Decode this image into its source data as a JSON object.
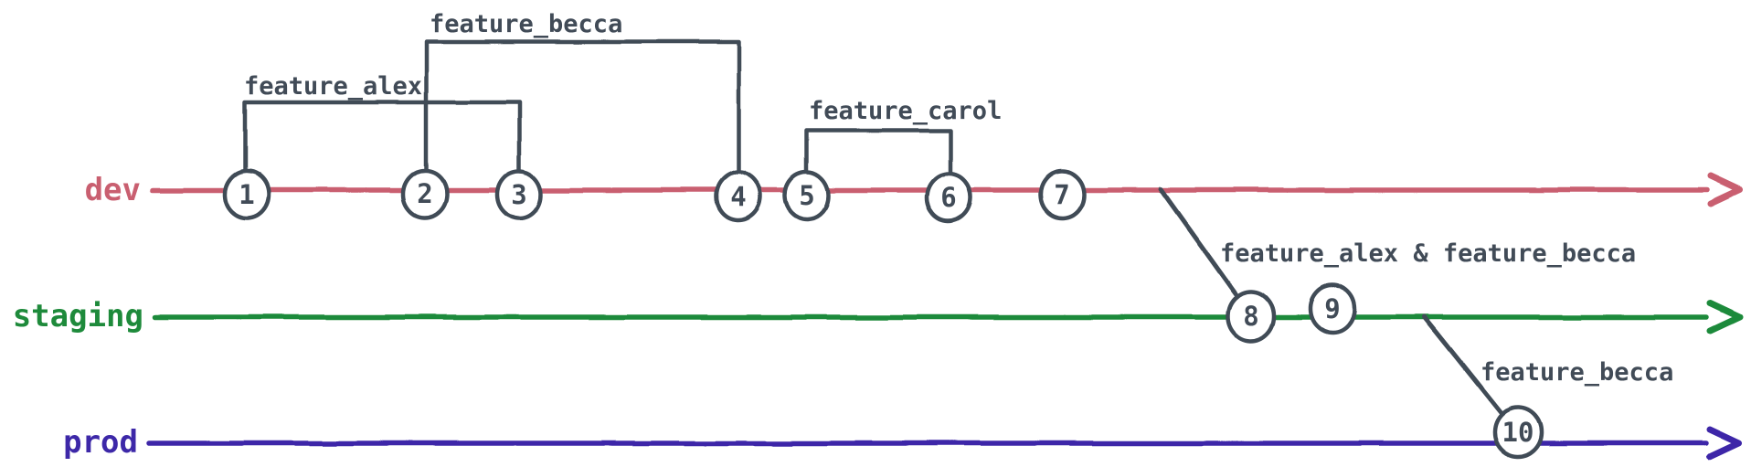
{
  "diagram": {
    "kind": "git-branching-diagram",
    "background": "#ffffff",
    "ink_color": "#414b57",
    "branches": [
      {
        "name": "dev",
        "color": "#c95f70"
      },
      {
        "name": "staging",
        "color": "#1e8a3b"
      },
      {
        "name": "prod",
        "color": "#3d28a8"
      }
    ],
    "commits": [
      {
        "id": "1",
        "branch": "dev"
      },
      {
        "id": "2",
        "branch": "dev"
      },
      {
        "id": "3",
        "branch": "dev"
      },
      {
        "id": "4",
        "branch": "dev"
      },
      {
        "id": "5",
        "branch": "dev"
      },
      {
        "id": "6",
        "branch": "dev"
      },
      {
        "id": "7",
        "branch": "dev"
      },
      {
        "id": "8",
        "branch": "staging"
      },
      {
        "id": "9",
        "branch": "staging"
      },
      {
        "id": "10",
        "branch": "prod"
      }
    ],
    "feature_branches": [
      {
        "label": "feature_alex",
        "branched_at_commit": "1",
        "merged_at_commit": "3"
      },
      {
        "label": "feature_becca",
        "branched_at_commit": "2",
        "merged_at_commit": "4"
      },
      {
        "label": "feature_carol",
        "branched_at_commit": "5",
        "merged_at_commit": "6"
      }
    ],
    "merges": [
      {
        "label": "feature_alex & feature_becca",
        "from_branch": "dev",
        "to_branch": "staging",
        "at_commit": "8"
      },
      {
        "label": "feature_becca",
        "from_branch": "staging",
        "to_branch": "prod",
        "at_commit": "10"
      }
    ]
  }
}
